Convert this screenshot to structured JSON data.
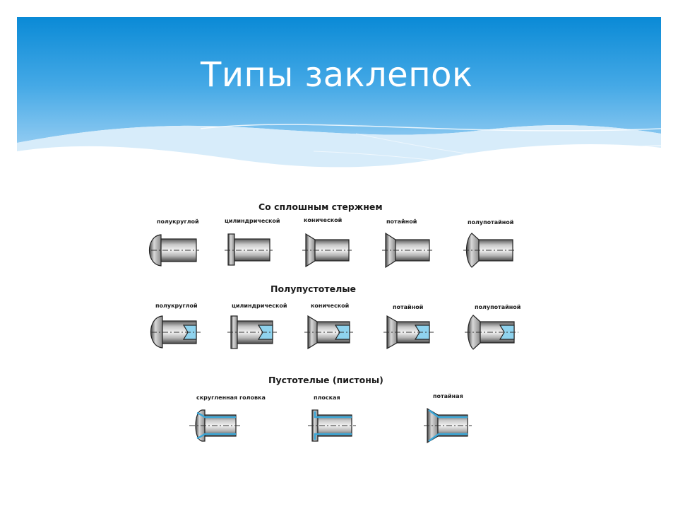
{
  "slide": {
    "title": "Типы заклепок"
  },
  "sections": [
    {
      "title": "Со сплошным стержнем",
      "items": [
        "полукруглой",
        "цилиндрической",
        "конической",
        "потайной",
        "полупотайной"
      ]
    },
    {
      "title": "Полупустотелые",
      "items": [
        "полукруглой",
        "цилиндрической",
        "конической",
        "потайной",
        "полупотайной"
      ]
    },
    {
      "title": "Пустотелые (пистоны)",
      "items": [
        "скругленная головка",
        "плоская",
        "потайная"
      ]
    }
  ],
  "colors": {
    "header_top": "#0c8fd9",
    "header_bottom": "#7fc4ef",
    "metal": "#b0b0b0",
    "cavity": "#8fd3ee"
  }
}
